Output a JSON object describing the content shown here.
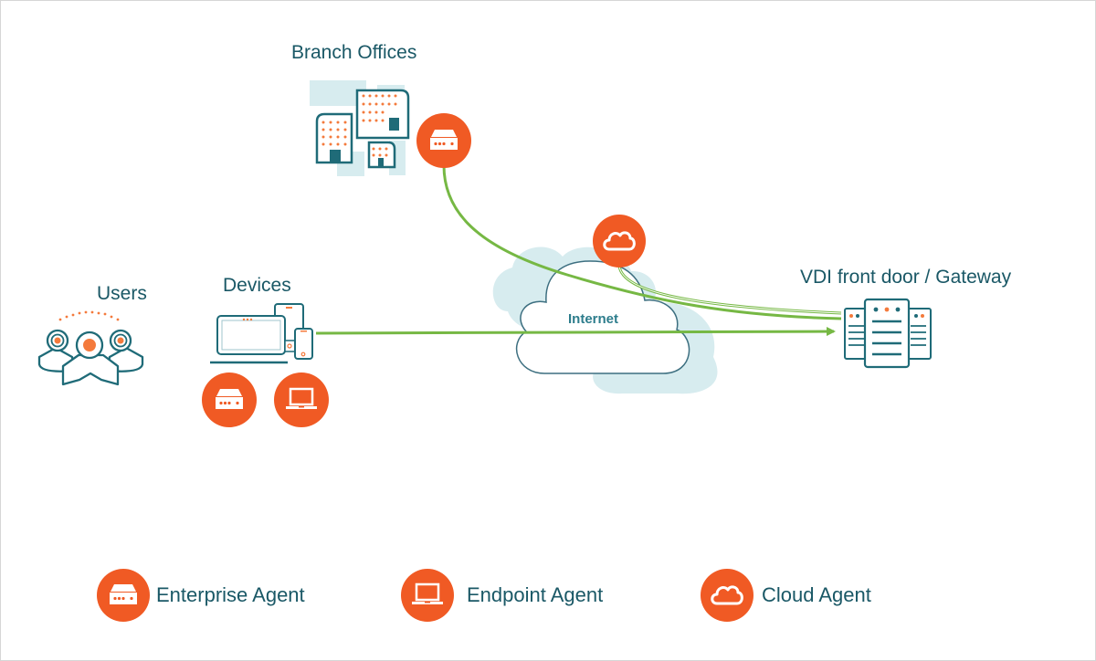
{
  "nodes": {
    "branch_offices": {
      "label": "Branch Offices"
    },
    "users": {
      "label": "Users"
    },
    "devices": {
      "label": "Devices"
    },
    "internet": {
      "label": "Internet"
    },
    "gateway": {
      "label": "VDI front door / Gateway"
    }
  },
  "agents_on_nodes": {
    "branch_offices": [
      "enterprise-agent"
    ],
    "devices": [
      "enterprise-agent",
      "endpoint-agent"
    ],
    "internet": [
      "cloud-agent"
    ]
  },
  "connections": [
    {
      "from": "branch_offices",
      "to": "gateway",
      "style": "curved"
    },
    {
      "from": "internet",
      "to": "gateway",
      "style": "curved",
      "note": "cloud agent path"
    },
    {
      "from": "devices",
      "to": "gateway",
      "style": "straight-arrow"
    }
  ],
  "legend": [
    {
      "icon": "enterprise-agent-icon",
      "label": "Enterprise Agent"
    },
    {
      "icon": "endpoint-agent-icon",
      "label": "Endpoint Agent"
    },
    {
      "icon": "cloud-agent-icon",
      "label": "Cloud Agent"
    }
  ],
  "colors": {
    "agent_orange": "#f05a24",
    "icon_teal": "#1f6b78",
    "text_teal": "#1a5866",
    "connection_green": "#76b844",
    "light_blue": "#d7ecef",
    "dot_orange": "#f47a3c"
  }
}
